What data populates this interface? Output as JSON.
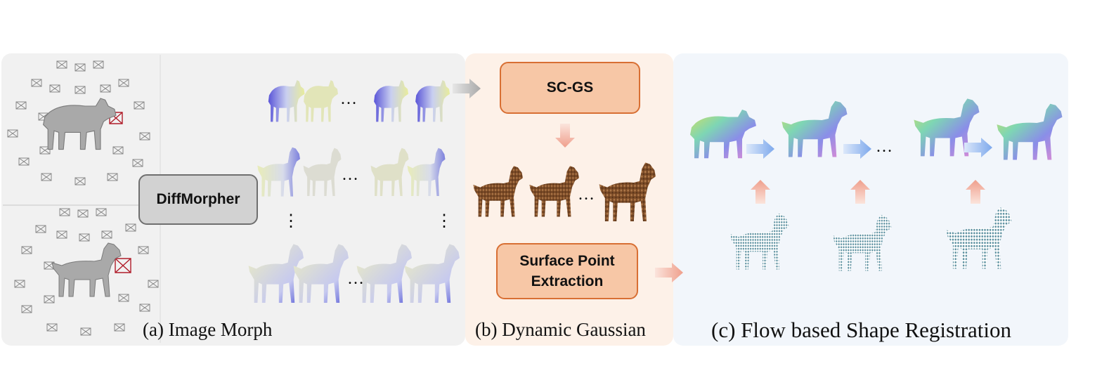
{
  "panels": {
    "a": {
      "caption": "(a) Image Morph",
      "box_label": "DiffMorpher"
    },
    "b": {
      "caption": "(b) Dynamic Gaussian",
      "top_box_label": "SC-GS",
      "bottom_box_line1": "Surface Point",
      "bottom_box_line2": "Extraction"
    },
    "c": {
      "caption": "(c) Flow based Shape Registration"
    }
  },
  "ellipsis": "…",
  "vertical_ellipsis": "⋮",
  "colors": {
    "panel_a_bg": "#f1f1f1",
    "panel_b_bg": "#fdf1e8",
    "panel_c_bg": "#f2f6fb",
    "box_gray": "#d2d2d2",
    "box_orange": "#f7c7a6",
    "box_orange_border": "#d86f33",
    "arrow_gray": "#b8b8b8",
    "arrow_pink": "#f2a89a",
    "arrow_blue": "#8fb4ee",
    "camera_red": "#b01d2a",
    "gaussian_brown": "#7a4a26",
    "point_cloud_teal": "#5f98a8"
  }
}
